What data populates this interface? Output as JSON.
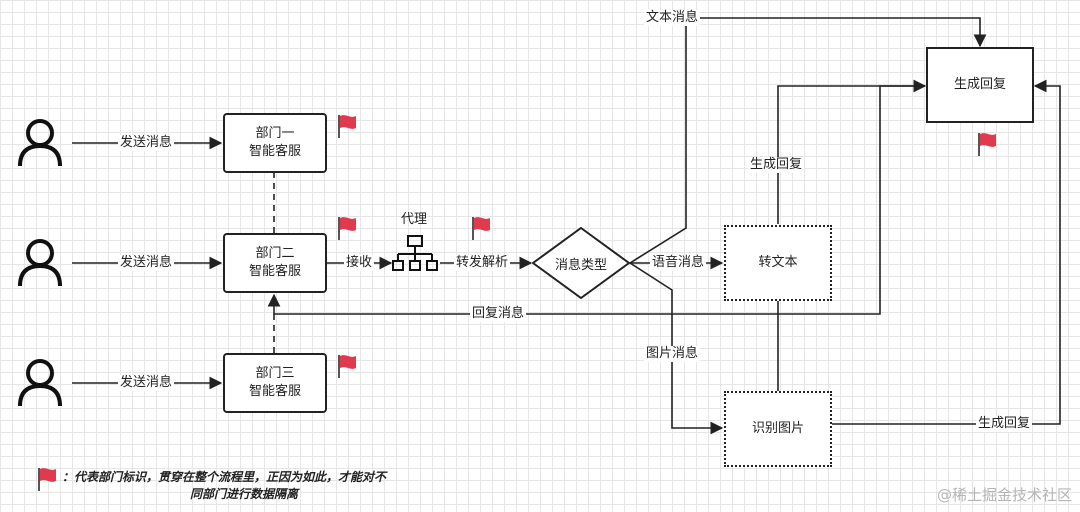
{
  "nodes": {
    "dept1": [
      "部门一",
      "智能客服"
    ],
    "dept2": [
      "部门二",
      "智能客服"
    ],
    "dept3": [
      "部门三",
      "智能客服"
    ],
    "msg_type": "消息类型",
    "to_text": "转文本",
    "recognize_image": "识别图片",
    "generate_reply": "生成回复",
    "proxy": "代理"
  },
  "edges": {
    "send1": "发送消息",
    "send2": "发送消息",
    "send3": "发送消息",
    "receive": "接收",
    "forward_parse": "转发解析",
    "text_msg": "文本消息",
    "voice_msg": "语音消息",
    "image_msg": "图片消息",
    "reply_msg": "回复消息",
    "gen_reply_up": "生成回复",
    "gen_reply_right": "生成回复"
  },
  "legend": {
    "line1": "：代表部门标识，贯穿在整个流程里，正因为如此，才能对不",
    "line2": "同部门进行数据隔离"
  },
  "watermark": "@稀土掘金技术社区",
  "colors": {
    "flag": "#e03a4e",
    "line": "#222222",
    "grid": "#e6e6e6"
  },
  "icons": [
    "person-icon",
    "flag-icon",
    "org-chart-icon"
  ]
}
